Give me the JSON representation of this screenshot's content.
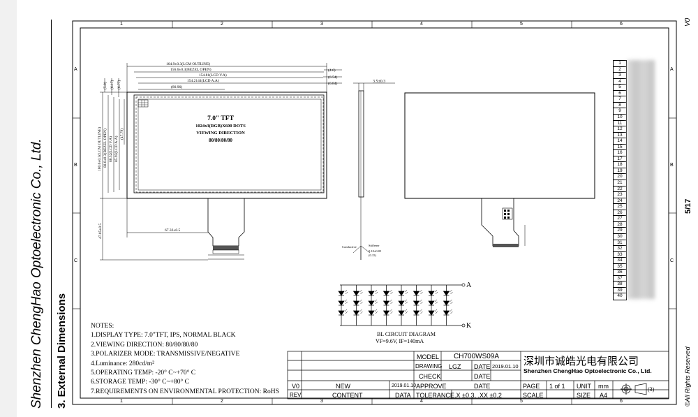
{
  "side": {
    "company": "Shenzhen ChengHao Optoelectronic Co., Ltd.",
    "section": "3. External Dimensions",
    "version": "V0",
    "page": "5/17",
    "rights": "©All Rights Reserved"
  },
  "grid": {
    "columns": [
      "1",
      "2",
      "3",
      "4",
      "5",
      "6"
    ],
    "rows": [
      "A",
      "B",
      "C"
    ]
  },
  "front_view": {
    "dims_top": [
      "164.9±0.3(LCM OUTLINE)",
      "156.6±0.3(BEZEL OPEN)",
      "154.81(LCD V.A)",
      "154.2144(LCD A.A)",
      "(80.96)"
    ],
    "dims_right": [
      "(4.6)",
      "(6.54)",
      "(6.84)"
    ],
    "dims_left": [
      "100.0±0.3(LCM OUTLINE)",
      "88.0±0.3(BEZEL OPEN)",
      "86.52(LCD V.A)",
      "85.92(LCD A.A)",
      "(47.79)",
      "(5.0)",
      "(6.17)",
      "(6.77)"
    ],
    "dims_bottom": [
      "67.32±0.5",
      "47.05±0.5"
    ],
    "center_text": [
      "7.0\" TFT",
      "1024x3(RGB)X600 DOTS",
      "VIEWING DIRECTION",
      "80/80/80/80"
    ]
  },
  "side_view": {
    "dim": "3.5±0.3",
    "labels": [
      "Conductive",
      "Stiffener",
      "0.10±0.05",
      "(0.15)"
    ]
  },
  "circuit": {
    "anode": "A",
    "cathode": "K",
    "title": "BL CIRCUIT DIAGRAM",
    "spec": "VF=9.6V, IF=140mA"
  },
  "notes": [
    "NOTES:",
    "1.DISPLAY TYPE:  7.0\"TFT, IPS, NORMAL BLACK",
    "2.VIEWING DIRECTION: 80/80/80/80",
    "3.POLARIZER MODE: TRANSMISSIVE/NEGATIVE",
    "4.Luminance: 280cd/m²",
    "5.OPERATING TEMP: -20° C~+70° C",
    "6.STORAGE TEMP: -30° C~+80° C",
    "7.REQUIREMENTS ON ENVIRONMENTAL PROTECTION: RoHS"
  ],
  "pins": [
    "1",
    "2",
    "3",
    "4",
    "5",
    "6",
    "7",
    "8",
    "9",
    "10",
    "11",
    "12",
    "13",
    "14",
    "15",
    "16",
    "17",
    "18",
    "19",
    "20",
    "21",
    "22",
    "23",
    "24",
    "25",
    "26",
    "27",
    "28",
    "29",
    "30",
    "31",
    "32",
    "33",
    "34",
    "35",
    "36",
    "37",
    "38",
    "39",
    "40"
  ],
  "title_block": {
    "model_label": "MODEL",
    "model": "CH700WS09A",
    "drawing_label": "DRAWING",
    "drawing": "LGZ",
    "date_label": "DATE",
    "drawing_date": "2019.01.10",
    "check_label": "CHECK",
    "approve_label": "APPROVE",
    "company_cn": "深圳市诚皓光电有限公司",
    "company_en": "Shenzhen ChengHao Optoelectronic Co., Ltd.",
    "rev_v0": "V0",
    "rev_new": "NEW",
    "rev_date": "2019.01.10",
    "rev_label": "REV.",
    "content_label": "CONTENT",
    "data_label": "DATA",
    "tolerance_label": "TOLERANCE",
    "tolerance": ".X ±0.3, .XX ±0.2",
    "scale_label": "SCALE",
    "page_label": "PAGE",
    "page": "1 of 1",
    "unit_label": "UNIT",
    "unit": "mm",
    "size_label": "SIZE",
    "size": "A4",
    "proj": "(3)"
  }
}
